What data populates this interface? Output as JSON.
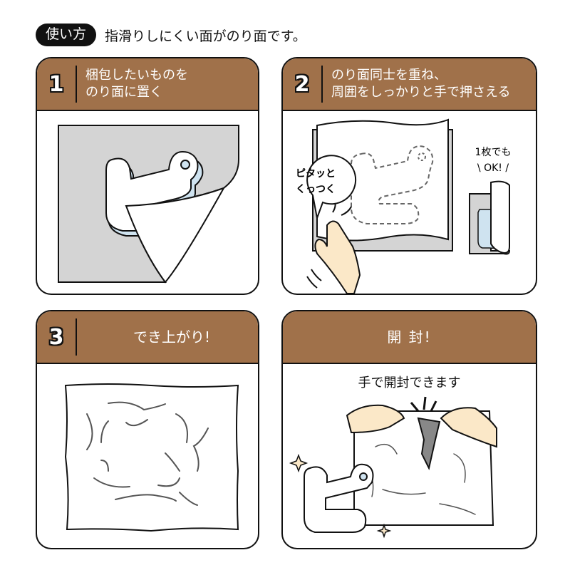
{
  "title": {
    "badge": "使い方",
    "text": "指滑りしにくい面がのり面です。"
  },
  "colors": {
    "header_brown": "#A0714A",
    "gray_sheet": "#D4D4D4",
    "blue_edge": "#CFE3F0",
    "hand": "#FBE8C8"
  },
  "steps": [
    {
      "number": "1",
      "line1": "梱包したいものを",
      "line2": "のり面に置く"
    },
    {
      "number": "2",
      "line1": "のり面同士を重ね、",
      "line2": "周囲をしっかりと手で押さえる",
      "bubble_line1": "ピタッと",
      "bubble_line2": "くっつく",
      "note_line1": "1枚でも",
      "note_line2": "\\ OK! /"
    },
    {
      "number": "3",
      "heading": "でき上がり!"
    },
    {
      "heading": "開 封!",
      "caption": "手で開封できます"
    }
  ]
}
